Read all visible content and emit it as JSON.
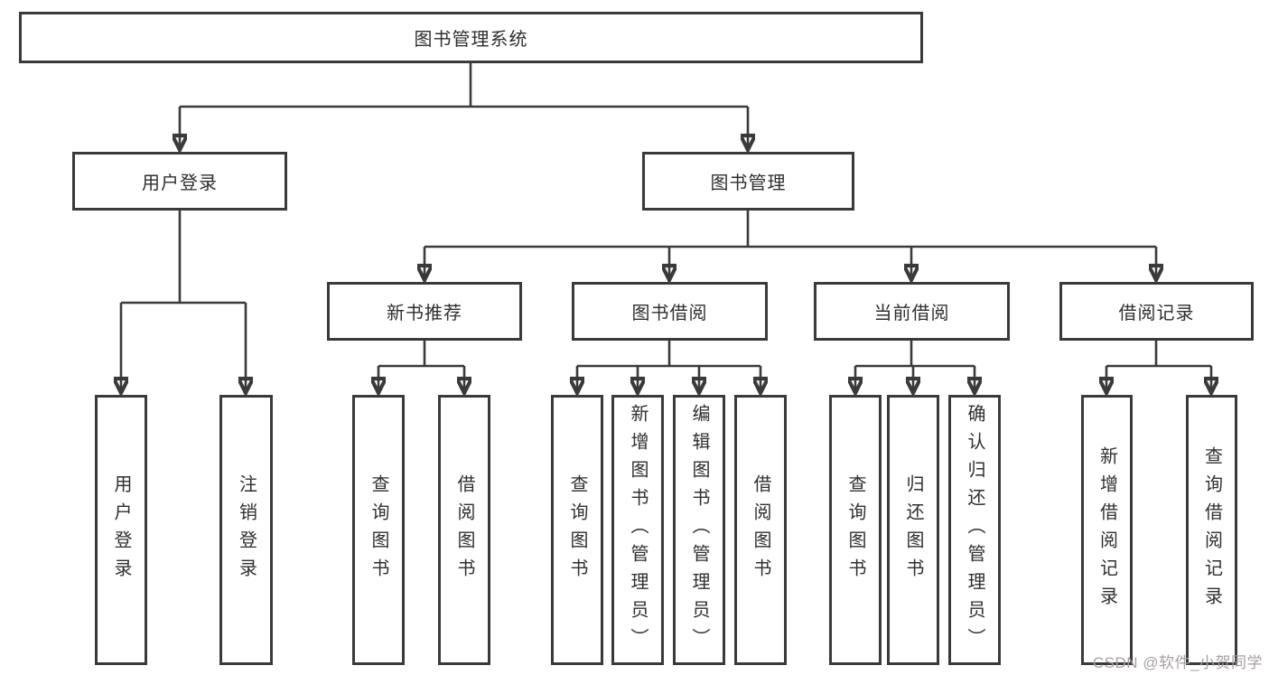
{
  "diagram": {
    "type": "tree-structure-diagram",
    "colors": {
      "line": "#3a3a3a",
      "box_border": "#3a3a3a",
      "box_fill": "#ffffff",
      "text": "#2f2f2f",
      "watermark_text": "#a8a0a0",
      "background": "#ffffff"
    },
    "tree": {
      "root": {
        "label": "图书管理系统"
      },
      "children": [
        {
          "label": "用户登录",
          "children": [
            {
              "label": "用户登录"
            },
            {
              "label": "注销登录"
            }
          ]
        },
        {
          "label": "图书管理",
          "children": [
            {
              "label": "新书推荐",
              "children": [
                {
                  "label": "查询图书"
                },
                {
                  "label": "借阅图书"
                }
              ]
            },
            {
              "label": "图书借阅",
              "children": [
                {
                  "label": "查询图书"
                },
                {
                  "label": "新增图书（管理员）"
                },
                {
                  "label": "编辑图书（管理员）"
                },
                {
                  "label": "借阅图书"
                }
              ]
            },
            {
              "label": "当前借阅",
              "children": [
                {
                  "label": "查询图书"
                },
                {
                  "label": "归还图书"
                },
                {
                  "label": "确认归还（管理员）"
                }
              ]
            },
            {
              "label": "借阅记录",
              "children": [
                {
                  "label": "新增借阅记录"
                },
                {
                  "label": "查询借阅记录"
                }
              ]
            }
          ]
        }
      ]
    },
    "watermark": "CSDN @软件_小贺同学"
  }
}
